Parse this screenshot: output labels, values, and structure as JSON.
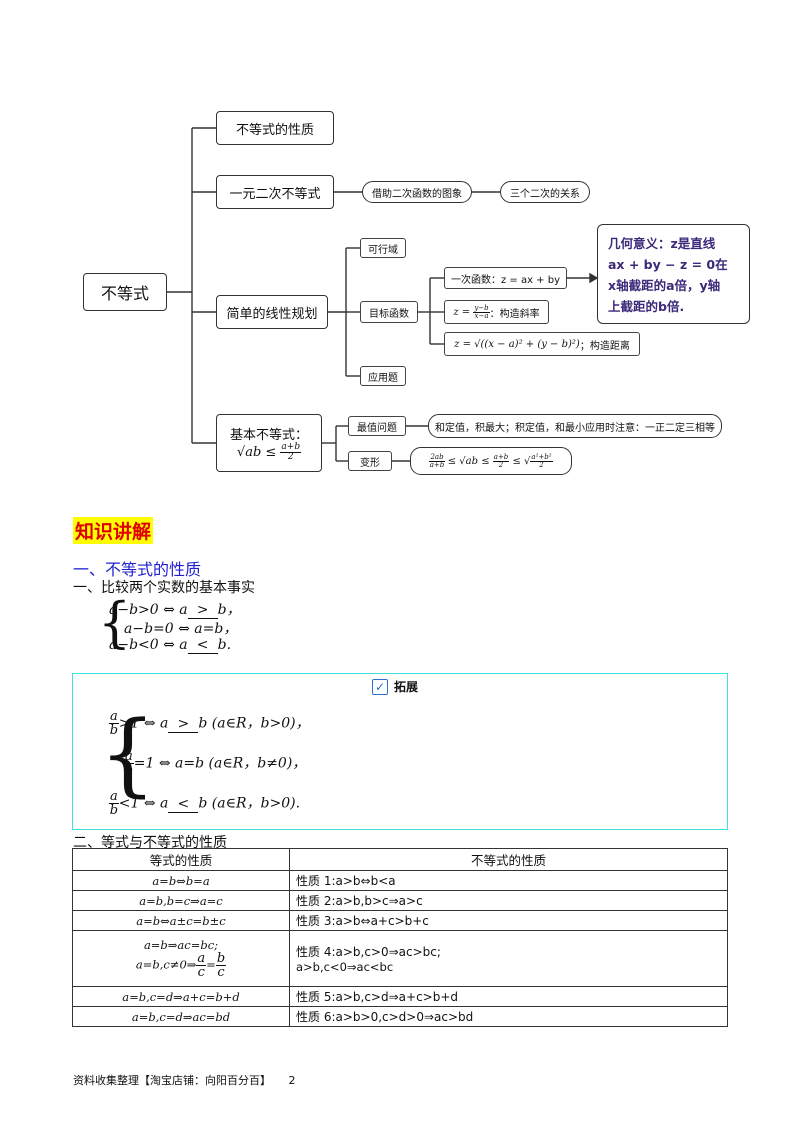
{
  "mindmap": {
    "root": "不等式",
    "branch1": "不等式的性质",
    "branch2": "一元二次不等式",
    "branch2_a": "借助二次函数的图象",
    "branch2_b": "三个二次的关系",
    "branch3": "简单的线性规划",
    "branch3_a": "可行域",
    "branch3_b": "目标函数",
    "branch3_c": "应用题",
    "target1": "一次函数：z = ax + by",
    "target2_suffix": "：构造斜率",
    "target3_suffix": "；构造距离",
    "note_line1": "几何意义：z是直线",
    "note_line2": "ax + by − z = 0在",
    "note_line3": "x轴截距的a倍，y轴",
    "note_line4": "上截距的b倍.",
    "branch4_title": "基本不等式：",
    "branch4_a": "最值问题",
    "branch4_b": "变形",
    "branch4_a_text": "和定值，积最大；积定值，和最小应用时注意：一正二定三相等"
  },
  "section_title": "知识讲解",
  "section1_title": "一、不等式的性质",
  "sub1_title": "一、比较两个实数的基本事实",
  "basic_facts": {
    "l1_pre": "a−b>0 ⇔ a",
    "l1_blank": ">",
    "l1_post": "b，",
    "l2": "a−b=0 ⇔ a=b，",
    "l3_pre": "a−b<0 ⇔ a",
    "l3_blank": "<",
    "l3_post": "b."
  },
  "extension": {
    "label": "拓展",
    "l1_blank": ">",
    "l1_post": "b (a∈R，b>0)，",
    "l2_post": "=1 ⇔ a=b (a∈R，b≠0)，",
    "l3_blank": "<",
    "l3_post": "b (a∈R，b>0)."
  },
  "sub2_title": "二、等式与不等式的性质",
  "table": {
    "headers": [
      "等式的性质",
      "不等式的性质"
    ],
    "rows": [
      [
        "a=b⇔b=a",
        "性质 1:a>b⇔b<a"
      ],
      [
        "a=b,b=c⇒a=c",
        "性质 2:a>b,b>c⇒a>c"
      ],
      [
        "a=b⇔a±c=b±c",
        "性质 3:a>b⇔a+c>b+c"
      ],
      [
        "a=b⇒ac=bc;",
        "性质 4:a>b,c>0⇒ac>bc;"
      ],
      [
        "a=b,c=d⇒a+c=b+d",
        "性质 5:a>b,c>d⇒a+c>b+d"
      ],
      [
        "a=b,c=d⇒ac=bd",
        "性质 6:a>b>0,c>d>0⇒ac>bd"
      ]
    ],
    "row4_extra_left": "a=b,c≠0⇒",
    "row4_extra_right": "a>b,c<0⇒ac<bc"
  },
  "footer": "资料收集整理【淘宝店铺：向阳百分百】",
  "page_number": "2",
  "colors": {
    "accent_red": "#e00000",
    "heading_blue": "#1f1fd0",
    "highlight": "#ffff00",
    "extension_border": "#40e0e0",
    "note_text": "#3b2a7a"
  }
}
